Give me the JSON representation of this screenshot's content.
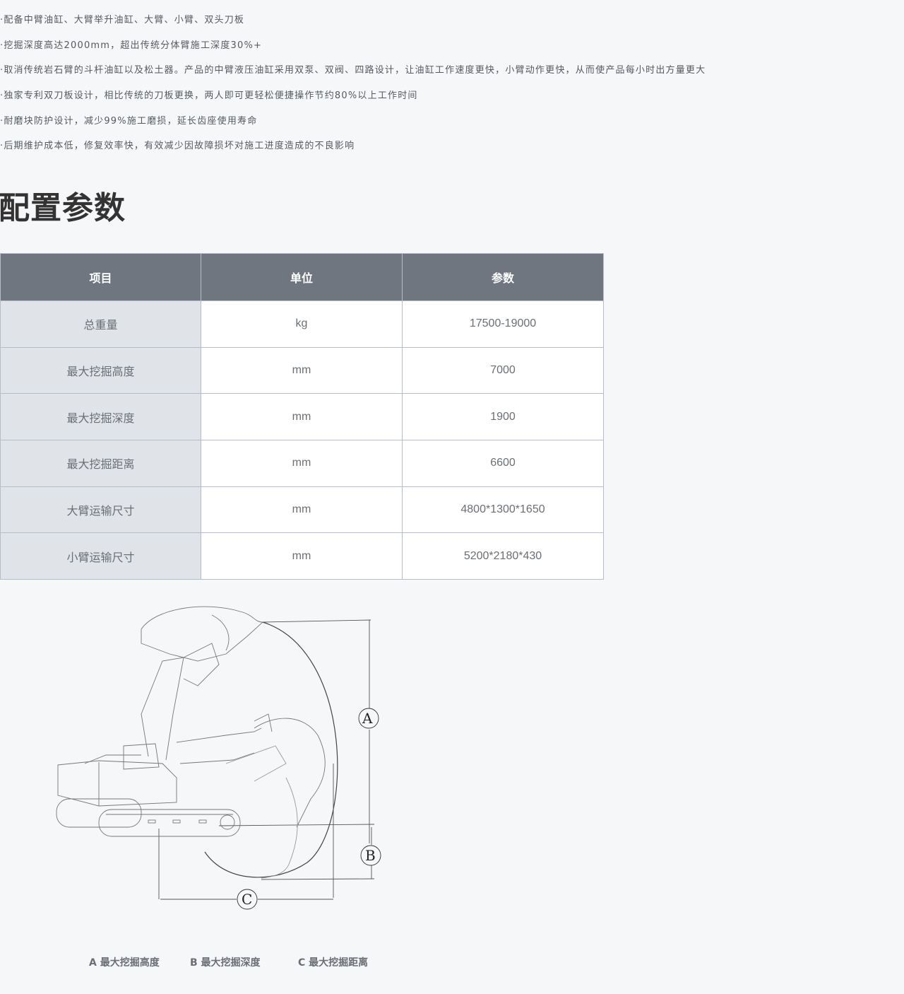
{
  "features": [
    "·配备中臂油缸、大臂举升油缸、大臂、小臂、双头刀板",
    "·挖掘深度高达2000mm，超出传统分体臂施工深度30%+",
    "·取消传统岩石臂的斗杆油缸以及松土器。产品的中臂液压油缸采用双泵、双阀、四路设计，让油缸工作速度更快，小臂动作更快，从而使产品每小时出方量更大",
    "·独家专利双刀板设计，相比传统的刀板更换，两人即可更轻松便捷操作节约80%以上工作时间",
    "·耐磨块防护设计，减少99%施工磨损，延长齿座使用寿命",
    "·后期维护成本低，修复效率快，有效减少因故障损坏对施工进度造成的不良影响"
  ],
  "section": {
    "title": "配置参数"
  },
  "table": {
    "headers": [
      "项目",
      "单位",
      "参数"
    ],
    "rows": [
      [
        "总重量",
        "kg",
        "17500-19000"
      ],
      [
        "最大挖掘高度",
        "mm",
        "7000"
      ],
      [
        "最大挖掘深度",
        "mm",
        "1900"
      ],
      [
        "最大挖掘距离",
        "mm",
        "6600"
      ],
      [
        "大臂运输尺寸",
        "mm",
        "4800*1300*1650"
      ],
      [
        "小臂运输尺寸",
        "mm",
        "5200*2180*430"
      ]
    ]
  },
  "diagram": {
    "markers": {
      "a": "A",
      "b": "B",
      "c": "C"
    }
  },
  "legend": [
    "A 最大挖掘高度",
    "B 最大挖掘深度",
    "C 最大挖掘距离"
  ],
  "colors": {
    "background": "#f6f7f9",
    "header_bg": "#6f7680",
    "first_col_bg": "#e0e4e9",
    "border": "#b5bdcb"
  }
}
